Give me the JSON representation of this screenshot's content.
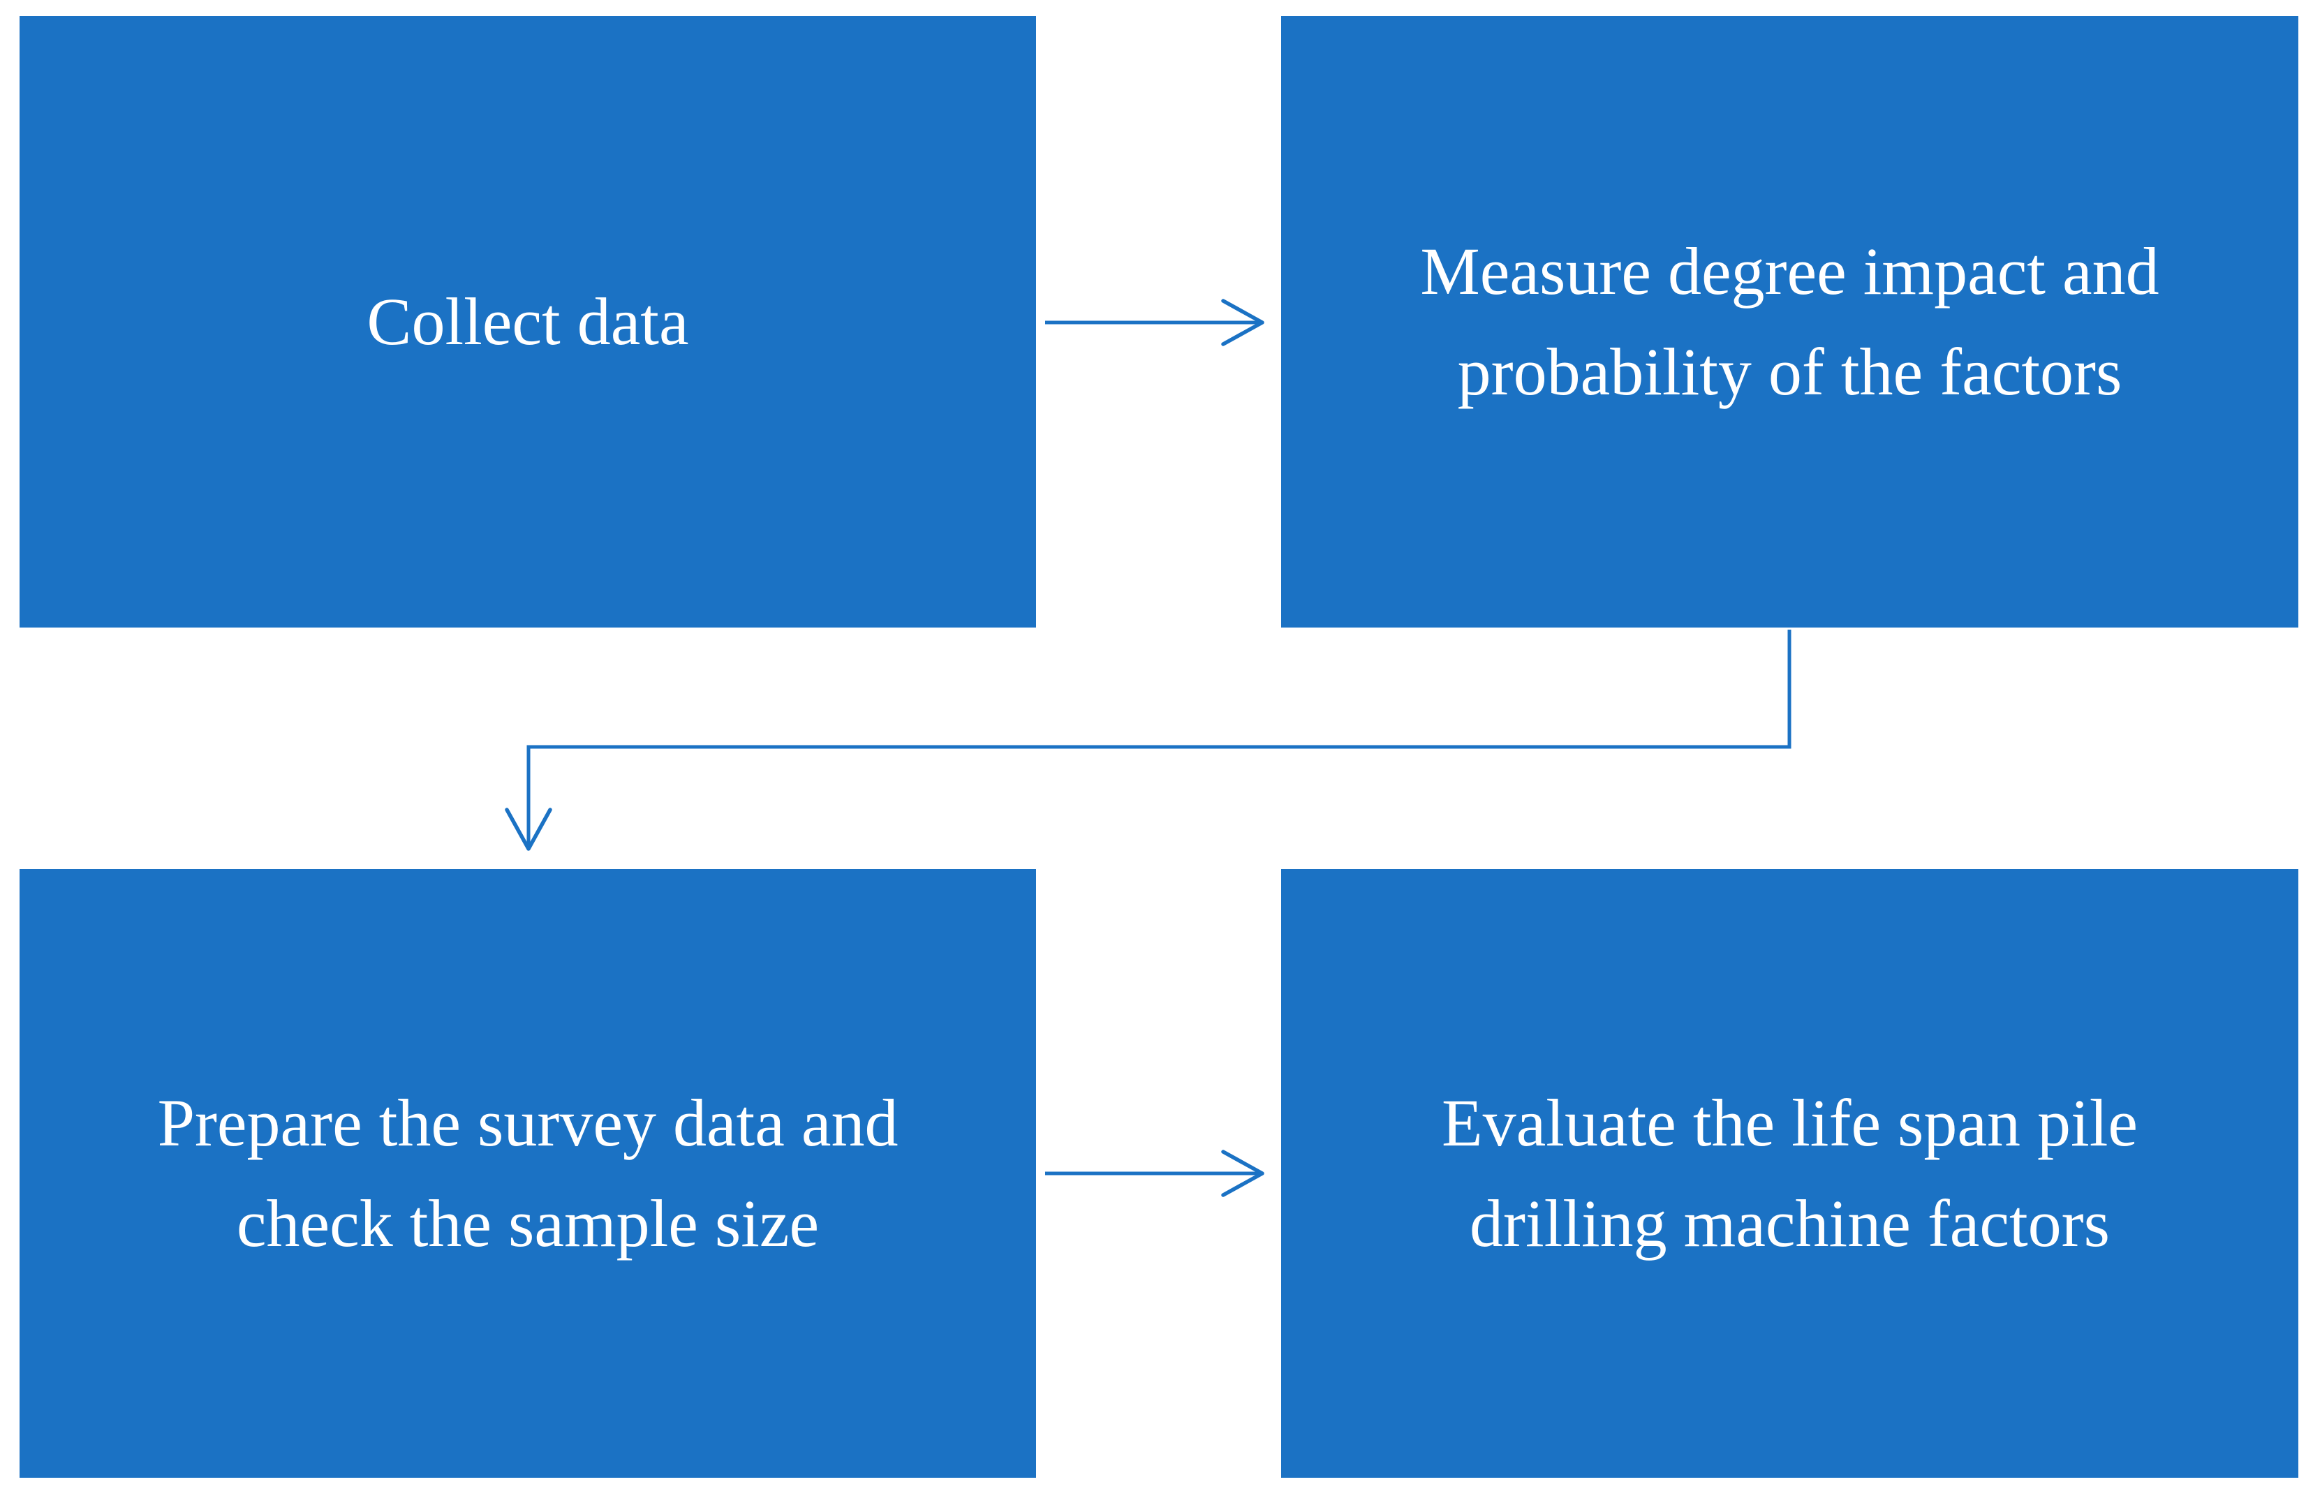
{
  "diagram": {
    "type": "flowchart",
    "title": "",
    "boxes": [
      {
        "id": "collect-data",
        "label": "Collect data"
      },
      {
        "id": "measure-degree",
        "label": "Measure degree impact and\nprobability of the factors"
      },
      {
        "id": "prepare-survey",
        "label": "Prepare the survey data and\ncheck the sample size"
      },
      {
        "id": "evaluate-lifespan",
        "label": "Evaluate the life span pile\ndrilling machine factors"
      }
    ],
    "connectors": [
      {
        "from": "collect-data",
        "to": "measure-degree",
        "style": "straight-right-arrow"
      },
      {
        "from": "measure-degree",
        "to": "prepare-survey",
        "style": "elbow-down-left-down-arrow"
      },
      {
        "from": "prepare-survey",
        "to": "evaluate-lifespan",
        "style": "straight-right-arrow"
      }
    ]
  },
  "colors": {
    "box_fill": "#1B72C4",
    "box_text": "#FFFFFF",
    "connector": "#1B72C4",
    "background": "#FFFFFF"
  }
}
